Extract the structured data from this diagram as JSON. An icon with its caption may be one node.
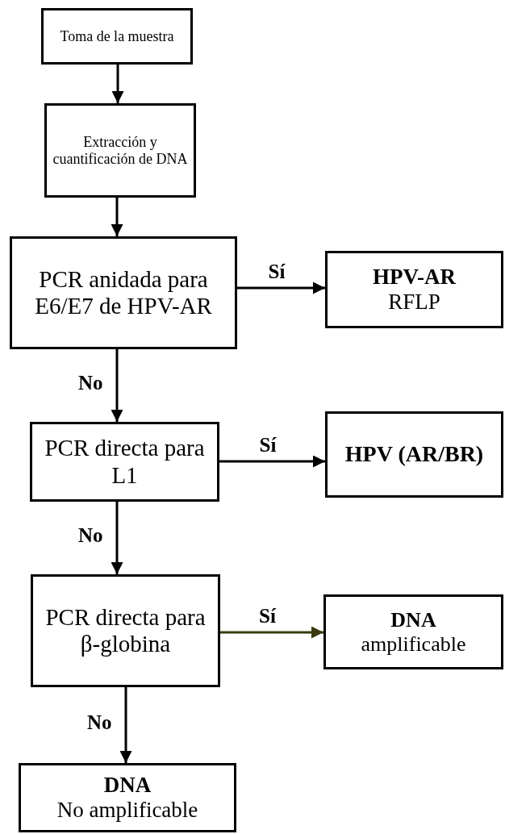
{
  "diagram": {
    "nodes": [
      {
        "text": [
          "Toma de la muestra"
        ]
      },
      {
        "text": [
          "Extracción y cuantificación de DNA"
        ]
      },
      {
        "text": [
          "PCR anidada para E6/E7 de HPV-AR"
        ]
      },
      {
        "text": [
          "**HPV-AR**",
          "RFLP"
        ]
      },
      {
        "text": [
          "PCR directa para L1"
        ]
      },
      {
        "text": [
          "**HPV (AR/BR)**"
        ]
      },
      {
        "text": [
          "PCR directa para β-globina"
        ]
      },
      {
        "text": [
          "**DNA**",
          "amplificable"
        ]
      },
      {
        "text": [
          "**DNA**",
          "No amplificable"
        ]
      }
    ],
    "edges": [
      {
        "from": 0,
        "to": 1,
        "arrow": "to"
      },
      {
        "from": 1,
        "to": 2,
        "arrow": "to"
      },
      {
        "from": 2,
        "to": 3,
        "arrow": "to",
        "label": "Sí"
      },
      {
        "from": 2,
        "to": 4,
        "arrow": "to",
        "label": "No"
      },
      {
        "from": 4,
        "to": 5,
        "arrow": "to",
        "label": "Sí"
      },
      {
        "from": 4,
        "to": 6,
        "arrow": "to",
        "label": "No"
      },
      {
        "from": 6,
        "to": 7,
        "arrow": "to",
        "label": "Sí",
        "color": "#3a3a10"
      },
      {
        "from": 6,
        "to": 8,
        "arrow": "to",
        "label": "No"
      }
    ]
  }
}
